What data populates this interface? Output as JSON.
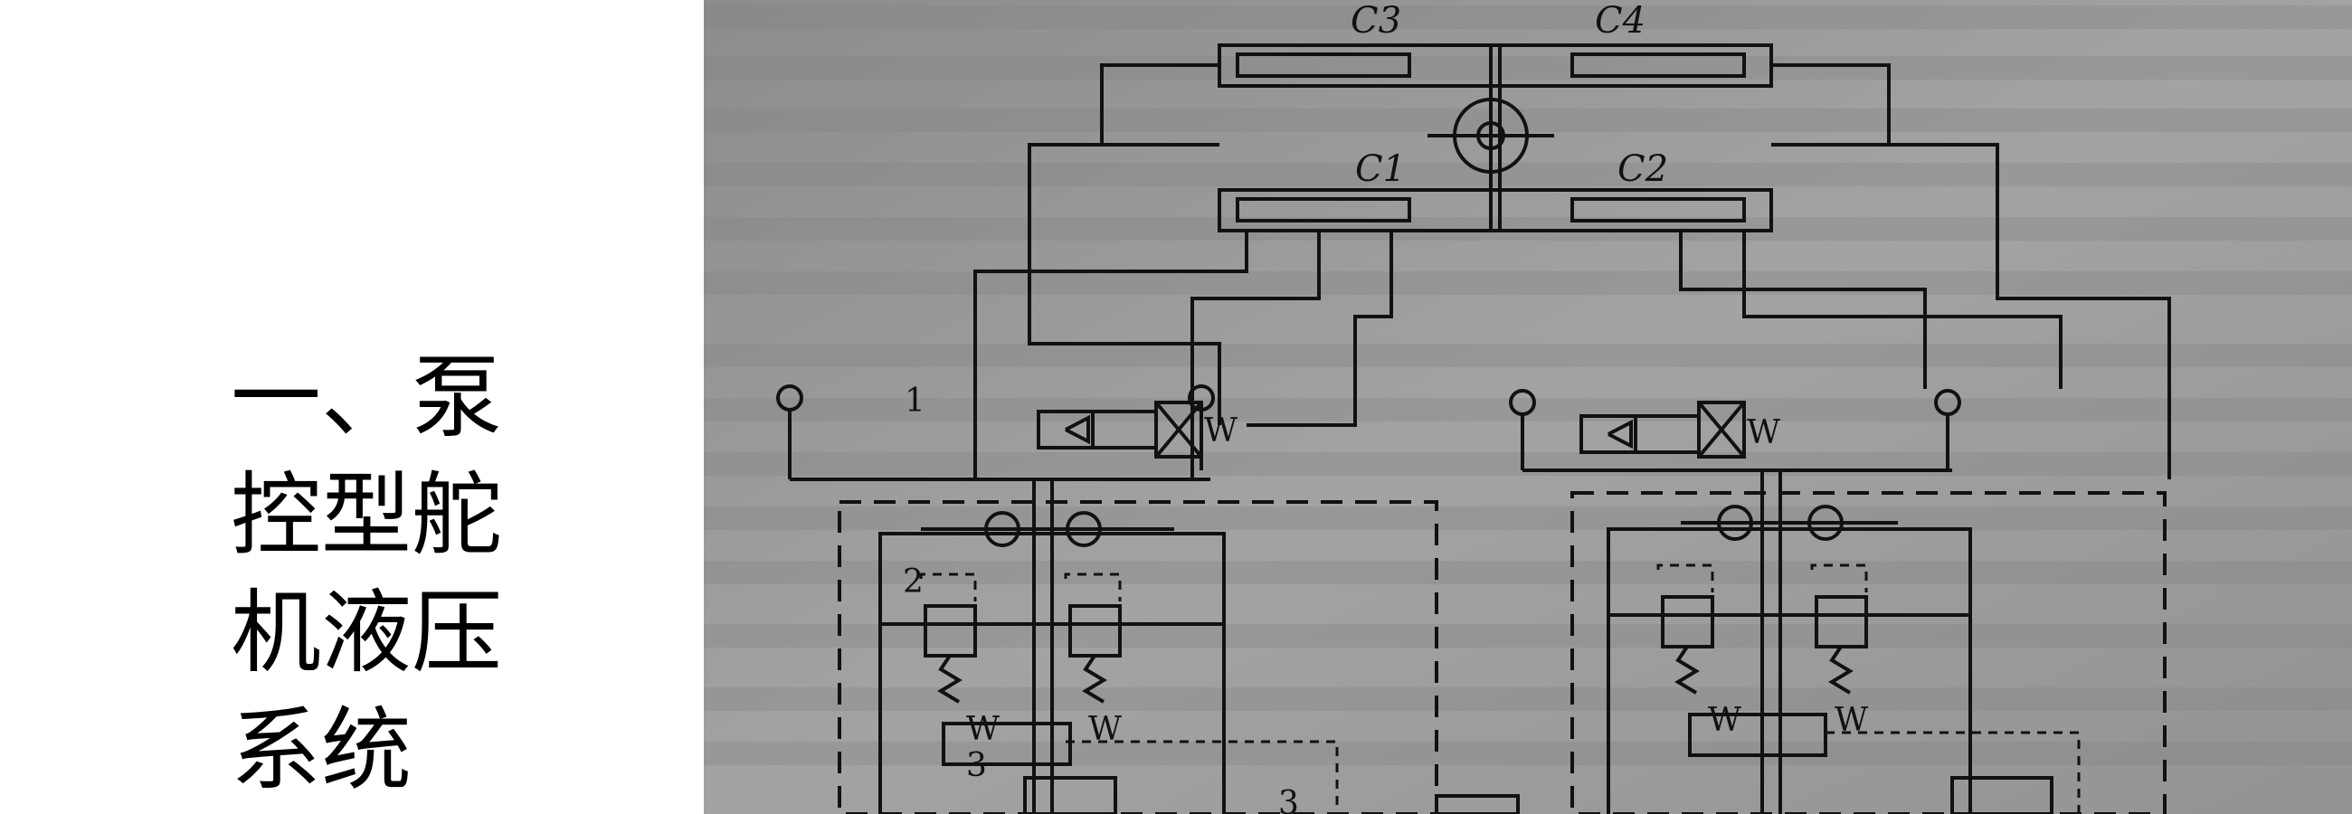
{
  "slide": {
    "title": "一、泵控型舵机液压系统"
  },
  "figure": {
    "labels": {
      "c3": "C3",
      "c4": "C4",
      "c1": "C1",
      "c2": "C2",
      "n1": "1",
      "n2": "2",
      "n3a": "3",
      "n3b": "3",
      "w1": "W",
      "w2": "W",
      "w3a": "W",
      "w3b": "W",
      "w4a": "W",
      "w4b": "W"
    },
    "colors": {
      "paper": "#9a9a9a",
      "ink": "#111111",
      "faint_text": "#7d7d7d"
    }
  }
}
